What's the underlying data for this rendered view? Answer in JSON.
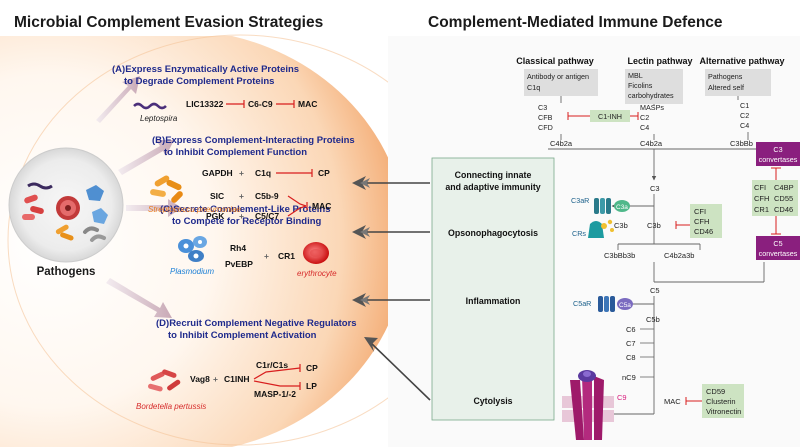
{
  "left_title": "Microbial Complement Evasion Strategies",
  "right_title": "Complement-Mediated Immune Defence",
  "pathogens_label": "Pathogens",
  "strategies": {
    "a_line1": "(A)Express Enzymatically Active Proteins",
    "a_line2": "to Degrade Complement Proteins",
    "b_line1": "(B)Express Complement-Interacting Proteins",
    "b_line2": "to Inhibit Complement Function",
    "c_line1": "(C)Secrete Complement-Like Proteins",
    "c_line2": "to Compete for Receptor Binding",
    "d_line1": "(D)Recruit Complement Negative Regulators",
    "d_line2": "to Inhibit Complement Activation"
  },
  "a_detail": {
    "organism": "Leptospira",
    "protein": "LIC13322",
    "target": "C6-C9",
    "result": "MAC"
  },
  "b_detail": {
    "organism": "Streptococcu pneumoniae",
    "p1": "GAPDH",
    "p2": "SIC",
    "p3": "PGK",
    "t1": "C1q",
    "t2": "C5b-9",
    "t3": "C5/C7",
    "r1": "CP",
    "r2": "MAC",
    "plus": "+"
  },
  "c_detail": {
    "organism": "Plasmodium",
    "p1": "Rh4",
    "p2": "PvEBP",
    "plus": "+",
    "receptor": "CR1",
    "cell": "erythrocyte"
  },
  "d_detail": {
    "organism": "Bordetella pertussis",
    "p1": "Vag8",
    "plus": "+",
    "regulator": "C1INH",
    "t1": "C1r/C1s",
    "t2": "MASP-1/-2",
    "r1": "CP",
    "r2": "LP"
  },
  "functions": {
    "f1_line1": "Connecting innate",
    "f1_line2": "and adaptive immunity",
    "f2": "Opsonophagocytosis",
    "f3": "Inflammation",
    "f4": "Cytolysis"
  },
  "pathways": {
    "classical": "Classical pathway",
    "lectin": "Lectin pathway",
    "alternative": "Alternative pathway",
    "classical_box": [
      "Antibody or antigen",
      "C1q"
    ],
    "lectin_box": [
      "MBL",
      "Ficolins",
      "carbohydrates"
    ],
    "alternative_box": [
      "Pathogens",
      "Altered self"
    ],
    "classical_comps": [
      "C3",
      "CFB",
      "CFD"
    ],
    "lectin_comps": [
      "MASPs",
      "C2",
      "C4"
    ],
    "alternative_comps": [
      "C1",
      "C2",
      "C4"
    ],
    "c1inh": "C1-INH",
    "c4b2a_1": "C4b2a",
    "c4b2a_2": "C4b2a",
    "c3bbb": "C3bBb",
    "c3_convertases_line1": "C3",
    "c3_convertases_line2": "convertases",
    "regulators_left": [
      "CFI",
      "CFH",
      "CR1"
    ],
    "regulators_right": [
      "C4BP",
      "CD55",
      "CD46"
    ],
    "c5_convertases_line1": "C5",
    "c5_convertases_line2": "convertases",
    "c3": "C3",
    "c3ar": "C3aR",
    "c3a": "C3a",
    "crs": "CRs",
    "c3b_1": "C3b",
    "c3b_2": "C3b",
    "c3b_regulators": [
      "CFI",
      "CFH",
      "CD46"
    ],
    "c3bbb3b": "C3bBb3b",
    "c4b2a3b": "C4b2a3b",
    "c5": "C5",
    "c5ar": "C5aR",
    "c5a": "C5a",
    "c5b": "C5b",
    "c6": "C6",
    "c7": "C7",
    "c8": "C8",
    "nc9": "nC9",
    "c9": "C9",
    "mac": "MAC",
    "mac_regulators": [
      "CD59",
      "Clusterin",
      "Vitronectin"
    ]
  },
  "colors": {
    "strategy_blue": "#1f2a8c",
    "organism_orange": "#e87b1c",
    "organism_blue": "#1a7fd6",
    "organism_red": "#d62b2b",
    "inhibit_red": "#d81e1e",
    "convertase_purple": "#8a1f7e",
    "regulator_green": "#cde3c2",
    "panel_green": "#e8f1ea",
    "gray_box": "#dedede"
  }
}
